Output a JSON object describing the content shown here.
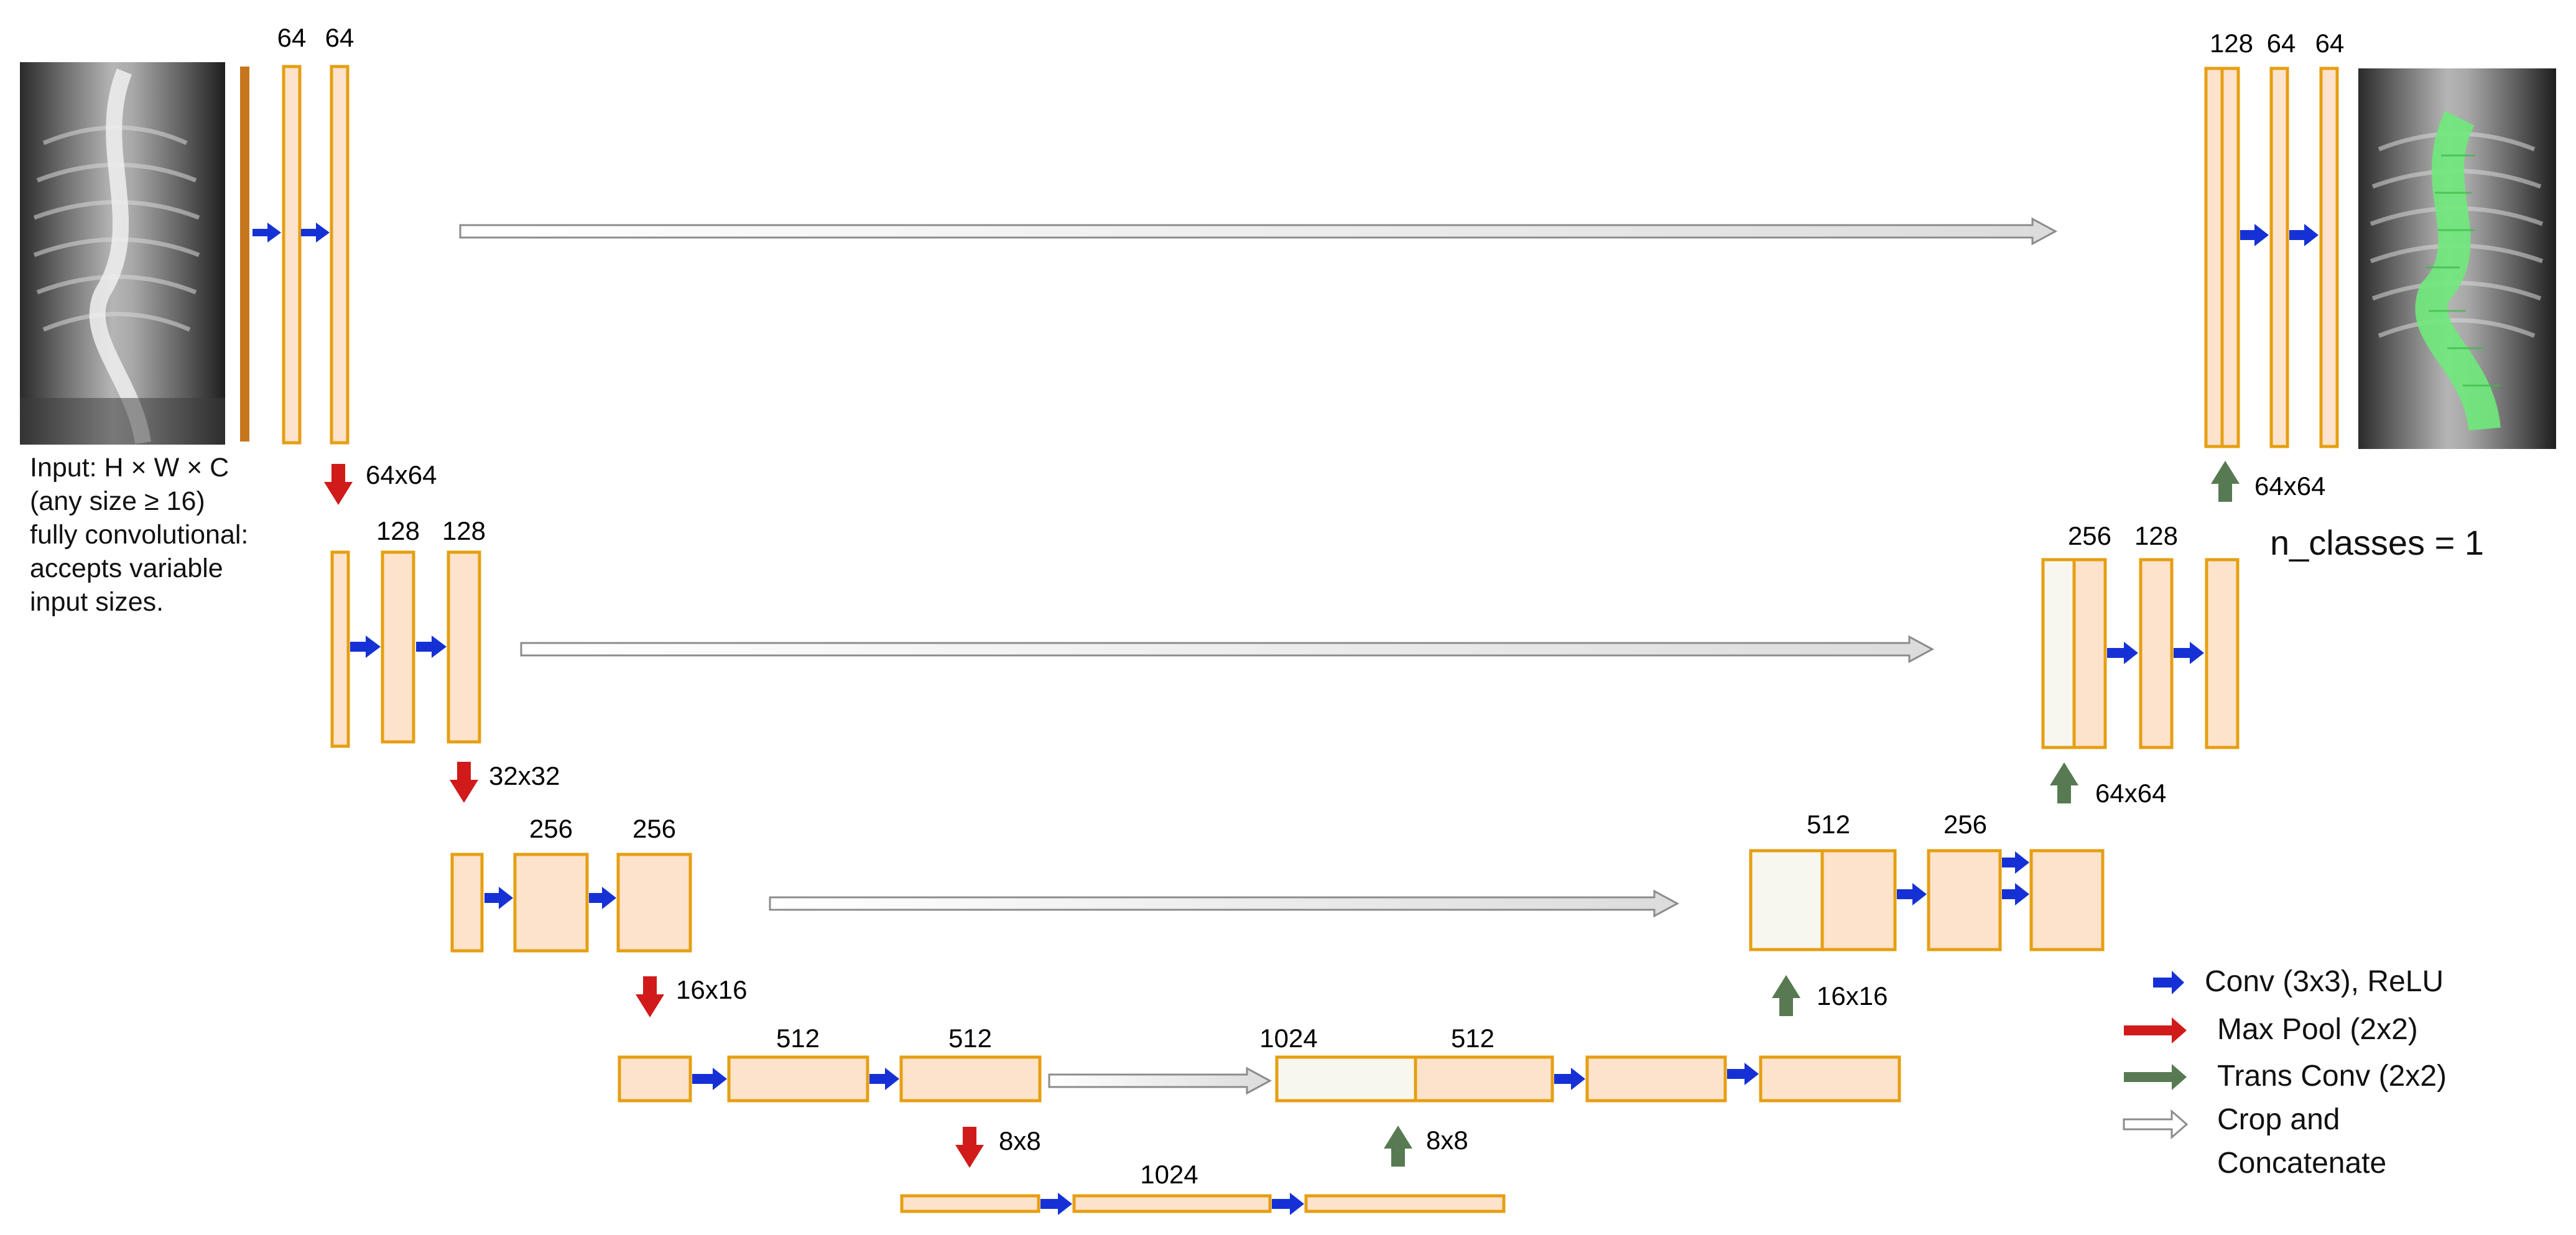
{
  "colors": {
    "block_fill": "#fde3cc",
    "block_stroke": "#e69f12",
    "block_fill_light": "#f7f7ef",
    "input_bar": "#c8761d",
    "conv_arrow": "#1531d6",
    "pool_arrow": "#d11a1a",
    "upconv_arrow": "#577a52",
    "skip_arrow_stroke": "#8c8c8c",
    "mask_green": "#6fe97a"
  },
  "images": {
    "input_xray": "chest-xray-spine",
    "output_xray": "chest-xray-spine-segmented"
  },
  "labels": {
    "enc1_a": "64",
    "enc1_b": "64",
    "enc2_a": "128",
    "enc2_b": "128",
    "enc3_a": "256",
    "enc3_b": "256",
    "enc4_a": "512",
    "enc4_b": "512",
    "bottleneck": "1024",
    "dec4_concat": "1024",
    "dec4_out": "512",
    "dec3_concat": "512",
    "dec3_out": "256",
    "dec2_concat": "256",
    "dec2_out": "128",
    "dec1_concat": "128",
    "dec1_a": "64",
    "dec1_b": "64"
  },
  "sizes": {
    "pool1": "64x64",
    "pool2": "32x32",
    "pool3": "16x16",
    "pool4": "8x8",
    "up4": "8x8",
    "up3": "16x16",
    "up2": "64x64",
    "up1": "64x64"
  },
  "note": {
    "line1": "Input: H × W × C",
    "line2": "(any size ≥ 16)",
    "line3": "fully convolutional:",
    "line4": "accepts variable",
    "line5": "input sizes."
  },
  "n_classes": "n_classes = 1",
  "legend": {
    "conv": "Conv (3x3), ReLU",
    "maxpool": "Max Pool (2x2)",
    "transconv": "Trans Conv (2x2)",
    "crop1": "Crop and",
    "crop2": "Concatenate"
  }
}
